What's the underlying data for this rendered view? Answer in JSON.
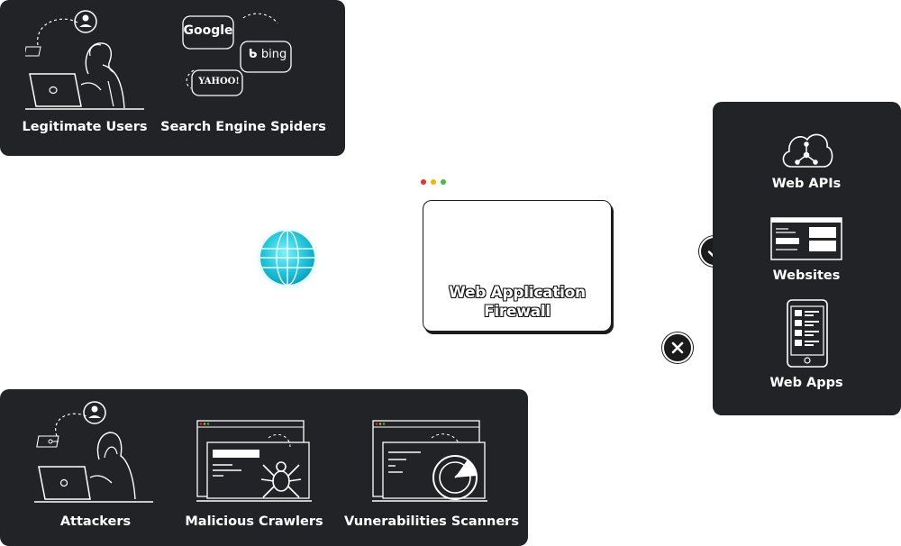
{
  "top_panel": {
    "legit_label": "Legitimate Users",
    "spiders_label": "Search Engine Spiders",
    "logos": {
      "google": "Google",
      "bing": "bing",
      "yahoo": "YAHOO!"
    }
  },
  "bottom_panel": {
    "attackers_label": "Attackers",
    "crawlers_label": "Malicious Crawlers",
    "scanners_label": "Vunerabilities Scanners"
  },
  "waf": {
    "title": "Web Application\nFirewall",
    "dots": [
      "#e5332a",
      "#f2b400",
      "#3cc13b"
    ]
  },
  "right_panel": {
    "apis_label": "Web APIs",
    "websites_label": "Websites",
    "apps_label": "Web Apps"
  },
  "icons": {
    "allowed": "check-icon",
    "blocked": "x-icon",
    "globe": "globe-icon"
  },
  "colors": {
    "panel": "#222326",
    "globe": "#2fd6e6"
  }
}
